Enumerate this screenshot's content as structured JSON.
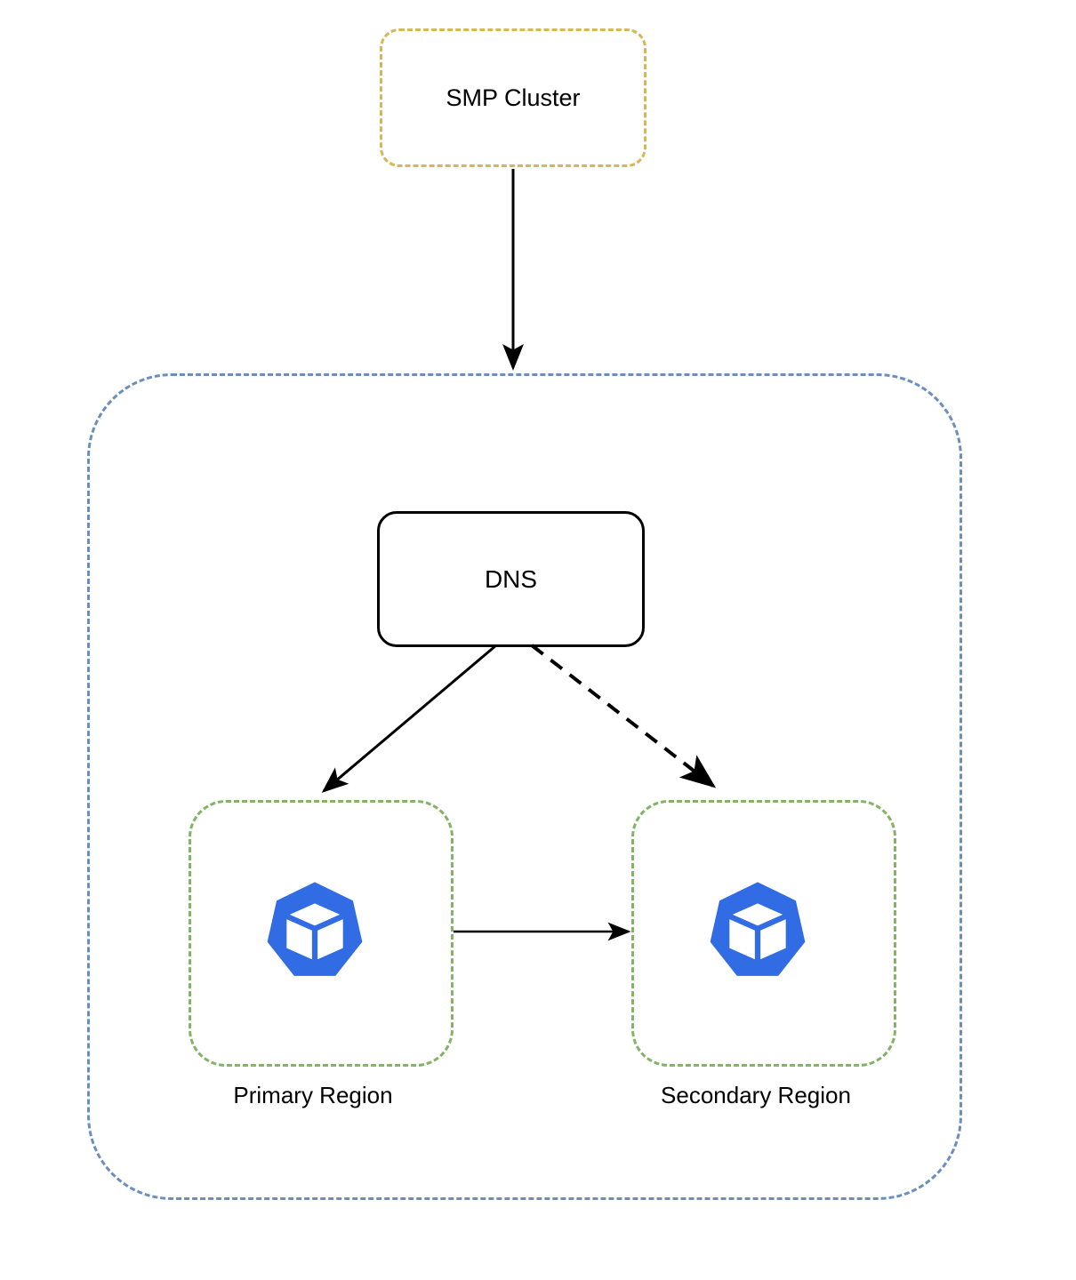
{
  "diagram": {
    "title": "SMP Cluster multi-region Kubernetes DNS failover diagram",
    "nodes": {
      "smp_cluster": {
        "label": "SMP Cluster",
        "shape": "rounded-rect",
        "stroke_style": "dashed",
        "stroke_color": "#d6b656",
        "fill": "#ffffff"
      },
      "deployment_container": {
        "label": "",
        "shape": "rounded-rect",
        "stroke_style": "dashed",
        "stroke_color": "#6c8ebf",
        "fill": "none"
      },
      "dns": {
        "label": "DNS",
        "shape": "rounded-rect",
        "stroke_style": "solid",
        "stroke_color": "#000000",
        "fill": "#ffffff"
      },
      "primary_region": {
        "label": "Primary Region",
        "shape": "rounded-rect",
        "stroke_style": "dashed",
        "stroke_color": "#82b366",
        "fill": "none",
        "icon": "kubernetes-icon",
        "icon_color": "#326ce5"
      },
      "secondary_region": {
        "label": "Secondary Region",
        "shape": "rounded-rect",
        "stroke_style": "dashed",
        "stroke_color": "#82b366",
        "fill": "none",
        "icon": "kubernetes-icon",
        "icon_color": "#326ce5"
      }
    },
    "edges": [
      {
        "id": "smp-to-deployment",
        "from": "smp_cluster",
        "to": "deployment_container",
        "style": "solid",
        "arrowhead": "filled-triangle",
        "color": "#000000",
        "label": ""
      },
      {
        "id": "dns-to-primary",
        "from": "dns",
        "to": "primary_region",
        "style": "solid",
        "arrowhead": "filled-triangle",
        "color": "#000000",
        "label": ""
      },
      {
        "id": "dns-to-secondary",
        "from": "dns",
        "to": "secondary_region",
        "style": "dashed",
        "arrowhead": "filled-triangle",
        "color": "#000000",
        "label": ""
      },
      {
        "id": "primary-to-secondary",
        "from": "primary_region",
        "to": "secondary_region",
        "style": "solid",
        "arrowhead": "filled-triangle",
        "color": "#000000",
        "label": ""
      }
    ],
    "colors": {
      "gold_dashed": "#d6b656",
      "blue_dashed": "#6c8ebf",
      "green_dashed": "#82b366",
      "kubernetes_blue": "#326ce5",
      "edge_black": "#000000",
      "background": "#ffffff"
    }
  }
}
